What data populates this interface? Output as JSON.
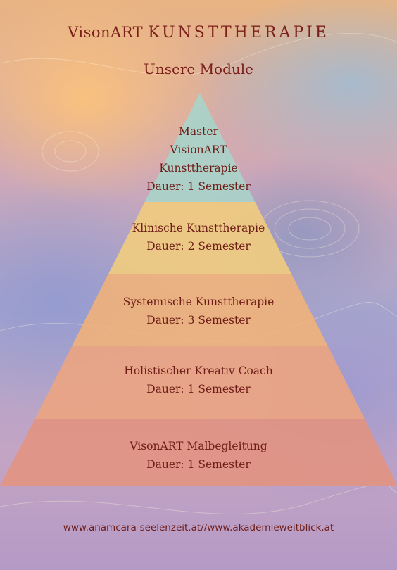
{
  "header": {
    "title_prefix": "VisonART",
    "title_caps": "KUNSTTHERAPIE",
    "subtitle": "Unsere Module"
  },
  "tiers": [
    {
      "lines": [
        "Master",
        "VisionART",
        "Kunsttherapie",
        "Dauer: 1 Semester"
      ],
      "color": "#a9d2c9"
    },
    {
      "lines": [
        "Klinische Kunsttherapie",
        "Dauer: 2 Semester"
      ],
      "color": "#f3cd7c"
    },
    {
      "lines": [
        "Systemische Kunsttherapie",
        "Dauer: 3 Semester"
      ],
      "color": "#f2b378"
    },
    {
      "lines": [
        "Holistischer Kreativ Coach",
        "Dauer: 1 Semester"
      ],
      "color": "#eea47e"
    },
    {
      "lines": [
        "VisonART Malbegleitung",
        "Dauer: 1 Semester"
      ],
      "color": "#e2937f"
    }
  ],
  "footer": {
    "urls": "www.anamcara-seelenzeit.at//www.akademieweitblick.at"
  }
}
